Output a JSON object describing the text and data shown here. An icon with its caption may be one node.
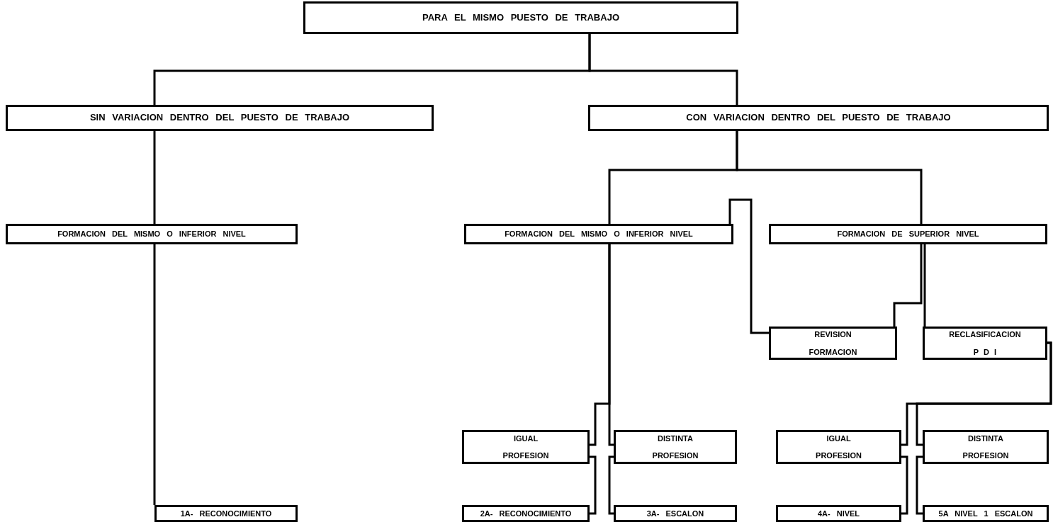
{
  "diagram": {
    "nodes": [
      {
        "text": [
          "PARA EL MISMO PUESTO DE TRABAJO"
        ]
      },
      {
        "text": [
          "SIN VARIACION DENTRO DEL PUESTO DE TRABAJO"
        ]
      },
      {
        "text": [
          "CON VARIACION DENTRO DEL PUESTO DE TRABAJO"
        ]
      },
      {
        "text": [
          "FORMACION DEL MISMO O INFERIOR NIVEL"
        ]
      },
      {
        "text": [
          "FORMACION DEL MISMO O INFERIOR NIVEL"
        ]
      },
      {
        "text": [
          "FORMACION DE SUPERIOR NIVEL"
        ]
      },
      {
        "text": [
          "REVISION FORMACION"
        ]
      },
      {
        "text": [
          "RECLASIFICACION P D I"
        ]
      },
      {
        "text": [
          "IGUAL PROFESION"
        ]
      },
      {
        "text": [
          "DISTINTA PROFESION"
        ]
      },
      {
        "text": [
          "IGUAL PROFESION"
        ]
      },
      {
        "text": [
          "DISTINTA PROFESION"
        ]
      },
      {
        "text": [
          "1A- RECONOCIMIENTO"
        ]
      },
      {
        "text": [
          "2A- RECONOCIMIENTO"
        ]
      },
      {
        "text": [
          "3A- ESCALON"
        ]
      },
      {
        "text": [
          "4A- NIVEL"
        ]
      },
      {
        "text": [
          "5A NIVEL 1 ESCALON"
        ]
      }
    ],
    "edges": [
      {
        "from": 0,
        "to": 1,
        "arrow": "none"
      },
      {
        "from": 0,
        "to": 2,
        "arrow": "none"
      },
      {
        "from": 1,
        "to": 3,
        "arrow": "none"
      },
      {
        "from": 3,
        "to": 12,
        "arrow": "none"
      },
      {
        "from": 2,
        "to": 4,
        "arrow": "none"
      },
      {
        "from": 2,
        "to": 5,
        "arrow": "none"
      },
      {
        "from": 4,
        "to": 6,
        "arrow": "none"
      },
      {
        "from": 5,
        "to": 6,
        "arrow": "none"
      },
      {
        "from": 5,
        "to": 7,
        "arrow": "none"
      },
      {
        "from": 4,
        "to": 8,
        "arrow": "none"
      },
      {
        "from": 4,
        "to": 9,
        "arrow": "none"
      },
      {
        "from": 8,
        "to": 13,
        "arrow": "none"
      },
      {
        "from": 9,
        "to": 14,
        "arrow": "none"
      },
      {
        "from": 7,
        "to": 10,
        "arrow": "none"
      },
      {
        "from": 7,
        "to": 11,
        "arrow": "none"
      },
      {
        "from": 10,
        "to": 15,
        "arrow": "none"
      },
      {
        "from": 11,
        "to": 16,
        "arrow": "none"
      }
    ]
  }
}
